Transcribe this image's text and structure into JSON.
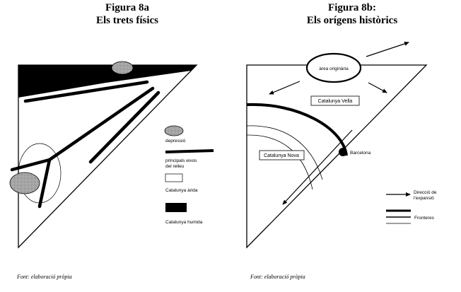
{
  "figure_a": {
    "title_line1": "Figura 8a",
    "title_line2": "Els trets físics",
    "legend": {
      "depressio": "depressió",
      "relleu_line1": "principals eixos",
      "relleu_line2": "del relleu",
      "arida": "Catalunya àrida",
      "humida": "Catalunya humida"
    },
    "source": "Font: elaboració pròpia"
  },
  "figure_b": {
    "title_line1": "Figura 8b:",
    "title_line2": "Els orígens històrics",
    "area_originaria": "àrea originària",
    "catalunya_vella": "Catalunya Vella",
    "catalunya_nova": "Catalunya Nova",
    "barcelona": "Barcelona",
    "legend": {
      "direccio_line1": "Direcció de",
      "direccio_line2": "l'expansió",
      "fronteres": "Fronteres"
    },
    "source": "Font: elaboració pròpia"
  },
  "colors": {
    "ink": "#000000",
    "depression_fill": "#9a9a9a"
  }
}
